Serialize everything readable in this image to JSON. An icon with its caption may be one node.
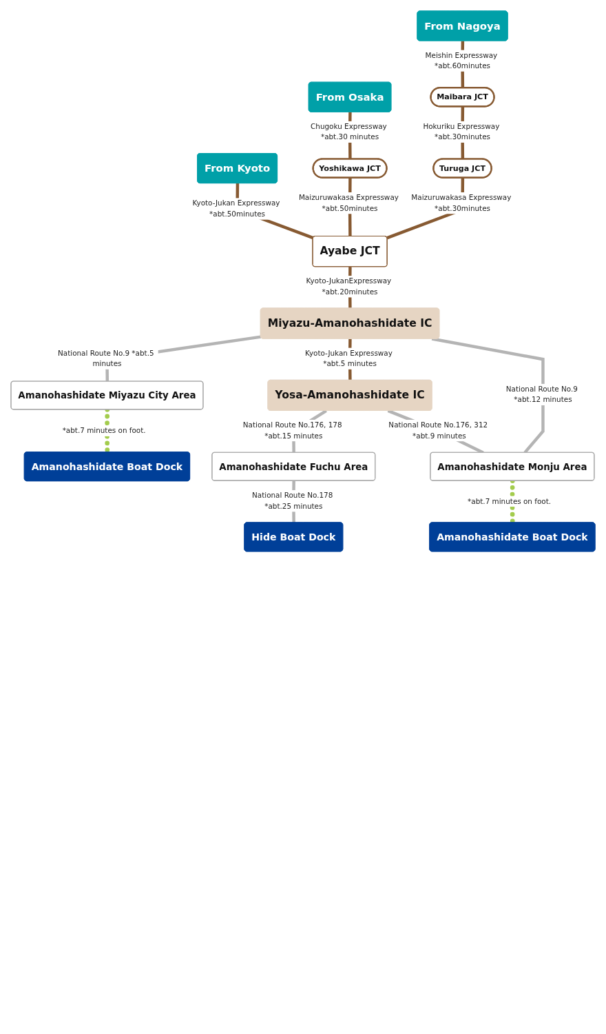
{
  "diagram": {
    "nodes": [
      {
        "text": [
          "From Osaka"
        ]
      },
      {
        "text": [
          "From Kyoto"
        ]
      },
      {
        "text": [
          "From Nagoya"
        ]
      },
      {
        "text": [
          "Yoshikawa JCT"
        ]
      },
      {
        "text": [
          "Maibara JCT"
        ]
      },
      {
        "text": [
          "Turuga JCT"
        ]
      },
      {
        "text": [
          "Ayabe JCT"
        ]
      },
      {
        "text": [
          "Miyazu-Amanohashidate IC"
        ]
      },
      {
        "text": [
          "Amanohashidate Miyazu City Area"
        ]
      },
      {
        "text": [
          "Amanohashidate Boat Dock"
        ]
      },
      {
        "text": [
          "Yosa-Amanohashidate IC"
        ]
      },
      {
        "text": [
          "Amanohashidate Fuchu Area"
        ]
      },
      {
        "text": [
          "Amanohashidate Monju Area"
        ]
      },
      {
        "text": [
          "Hide Boat Dock"
        ]
      },
      {
        "text": [
          "Amanohashidate Boat Dock"
        ]
      }
    ],
    "edges": [
      {
        "from": 0,
        "to": 3,
        "arrow": "none",
        "label": "Chugoku Expressway *abt.30 minutes"
      },
      {
        "from": 3,
        "to": 6,
        "arrow": "none",
        "label": "Maizuruwakasa Expressway *abt.50minutes"
      },
      {
        "from": 1,
        "to": 6,
        "arrow": "none",
        "label": "Kyoto-Jukan Expressway *abt.50minutes"
      },
      {
        "from": 2,
        "to": 4,
        "arrow": "none",
        "label": "Meishin Expressway *abt.60minutes"
      },
      {
        "from": 4,
        "to": 5,
        "arrow": "none",
        "label": "Hokuriku Expressway *abt.30minutes"
      },
      {
        "from": 5,
        "to": 6,
        "arrow": "none",
        "label": "Maizuruwakasa Expressway *abt.30minutes"
      },
      {
        "from": 6,
        "to": 7,
        "arrow": "none",
        "label": "Kyoto-JukanExpressway *abt.20minutes"
      },
      {
        "from": 7,
        "to": 8,
        "arrow": "none",
        "label": "National Route No.9 *abt.5 minutes",
        "color": "#b4b4b4"
      },
      {
        "from": 8,
        "to": 9,
        "arrow": "none",
        "label": "*abt.7 minutes on foot.",
        "style": "dashed",
        "color": "#a3cc4d"
      },
      {
        "from": 7,
        "to": 10,
        "arrow": "none",
        "label": "Kyoto-Jukan Expressway *abt.5 minutes"
      },
      {
        "from": 7,
        "to": 12,
        "arrow": "none",
        "label": "National Route No.9 *abt.12 minutes",
        "color": "#b4b4b4"
      },
      {
        "from": 10,
        "to": 11,
        "arrow": "none",
        "label": "National Route No.176, 178 *abt.15 minutes",
        "color": "#b4b4b4"
      },
      {
        "from": 10,
        "to": 12,
        "arrow": "none",
        "label": "National Route No.176, 312 *abt.9 minutes",
        "color": "#b4b4b4"
      },
      {
        "from": 11,
        "to": 13,
        "arrow": "none",
        "label": "National Route No.178 *abt.25 minutes",
        "color": "#b4b4b4"
      },
      {
        "from": 12,
        "to": 14,
        "arrow": "none",
        "label": "*abt.7 minutes on foot.",
        "style": "dashed",
        "color": "#a3cc4d"
      }
    ]
  }
}
